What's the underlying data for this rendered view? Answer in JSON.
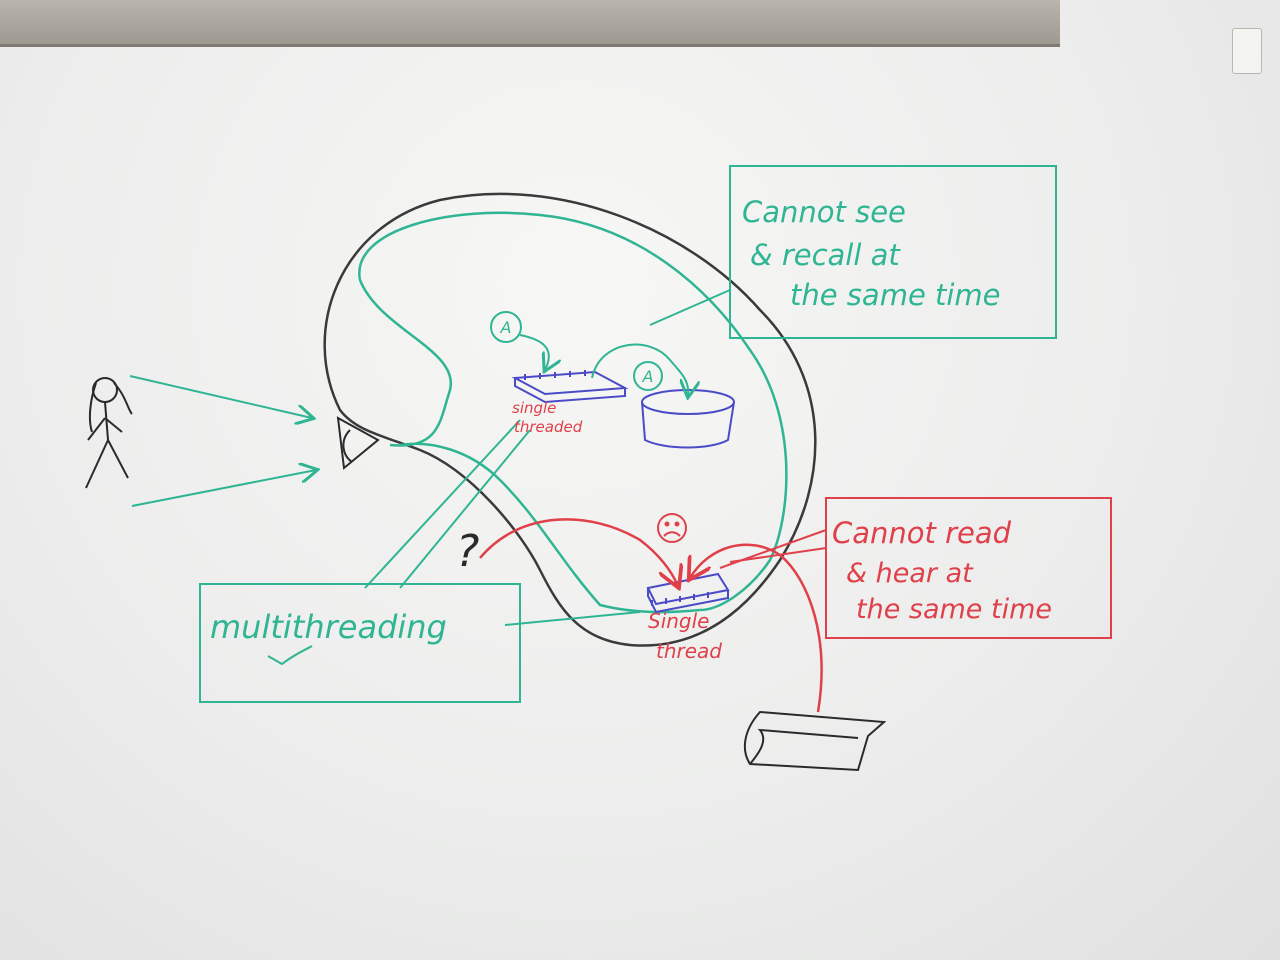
{
  "notes": {
    "green_box": [
      "Cannot see",
      "& recall at",
      "the same time"
    ],
    "red_box": [
      "Cannot read",
      "& hear at",
      "the same time"
    ]
  },
  "labels": {
    "multithreading": "multithreading",
    "single_threaded": [
      "single",
      "threaded"
    ],
    "single_thread": [
      "Single",
      "thread"
    ],
    "question": "?",
    "marker_a": "A"
  },
  "colors": {
    "green": "#2fb593",
    "red": "#e0404a",
    "blue": "#4b4bc8",
    "black": "#2a2a2a"
  }
}
